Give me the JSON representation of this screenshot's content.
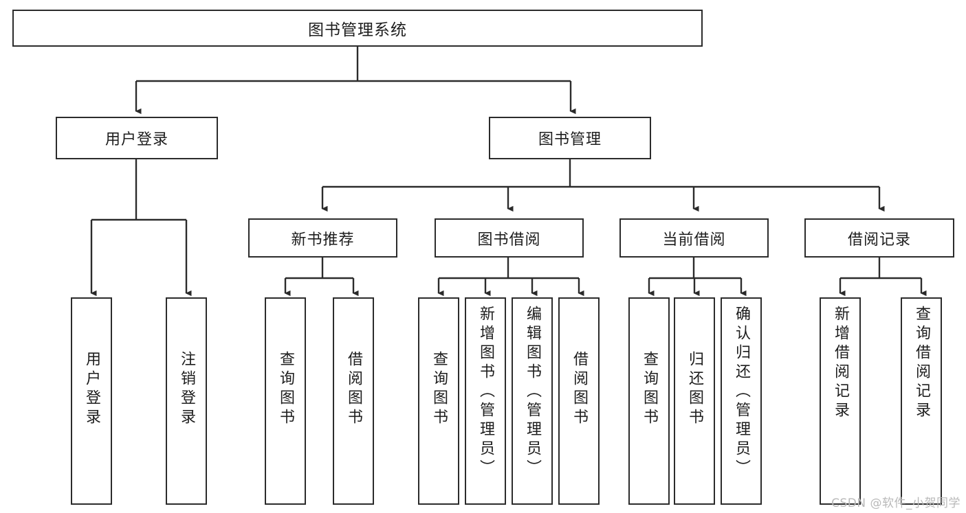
{
  "diagram": {
    "type": "tree-hierarchy",
    "title": "图书管理系统",
    "root": {
      "id": "root",
      "label": "图书管理系统"
    },
    "level2": [
      {
        "id": "user-login",
        "label": "用户登录"
      },
      {
        "id": "book-manage",
        "label": "图书管理"
      }
    ],
    "level3": [
      {
        "id": "new-book-recommend",
        "label": "新书推荐"
      },
      {
        "id": "book-borrow",
        "label": "图书借阅"
      },
      {
        "id": "current-borrow",
        "label": "当前借阅"
      },
      {
        "id": "borrow-record",
        "label": "借阅记录"
      }
    ],
    "leaves": {
      "user_login": [
        {
          "id": "leaf-user-login",
          "label": "用户登录"
        },
        {
          "id": "leaf-user-logout",
          "label": "注销登录"
        }
      ],
      "new_book_recommend": [
        {
          "id": "leaf-query-book-1",
          "label": "查询图书"
        },
        {
          "id": "leaf-borrow-book-1",
          "label": "借阅图书"
        }
      ],
      "book_borrow": [
        {
          "id": "leaf-query-book-2",
          "label": "查询图书"
        },
        {
          "id": "leaf-add-book",
          "label": "新增图书（管理员）"
        },
        {
          "id": "leaf-edit-book",
          "label": "编辑图书（管理员）"
        },
        {
          "id": "leaf-borrow-book-2",
          "label": "借阅图书"
        }
      ],
      "current_borrow": [
        {
          "id": "leaf-query-book-3",
          "label": "查询图书"
        },
        {
          "id": "leaf-return-book",
          "label": "归还图书"
        },
        {
          "id": "leaf-confirm-return",
          "label": "确认归还（管理员）"
        }
      ],
      "borrow_record": [
        {
          "id": "leaf-add-record",
          "label": "新增借阅记录"
        },
        {
          "id": "leaf-query-record",
          "label": "查询借阅记录"
        }
      ]
    },
    "colors": {
      "stroke": "#2b2b2b",
      "fill": "#ffffff",
      "text": "#1d1d1d",
      "watermark": "#b9b9b9"
    }
  },
  "watermark": {
    "text": "CSDN @软件_小贺同学"
  }
}
